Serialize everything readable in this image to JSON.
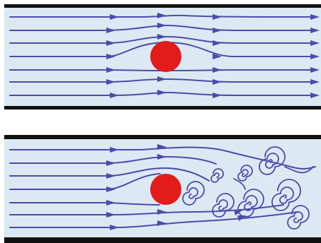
{
  "panels": [
    {
      "label": "laminar-flow",
      "obstacle": "cylinder",
      "wake": "none"
    },
    {
      "label": "turbulent-flow",
      "obstacle": "cylinder",
      "wake": "vortices"
    }
  ],
  "colors": {
    "channel_fill": "#dce9f3",
    "wall": "#111111",
    "streamline": "#4b4ca8",
    "obstacle": "#e31b1b"
  },
  "icons": [
    "arrow-icon"
  ]
}
